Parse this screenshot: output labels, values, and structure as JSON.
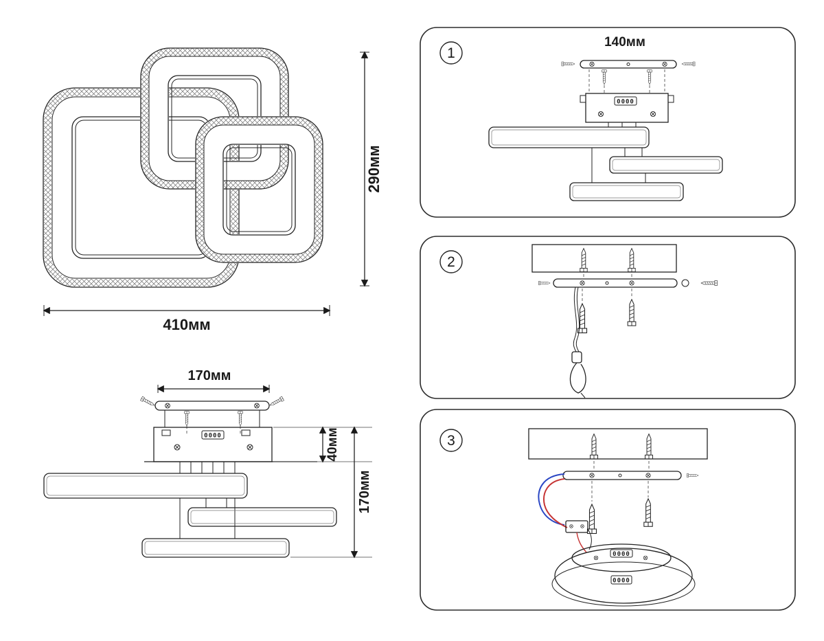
{
  "top_view": {
    "width_label": "410мм",
    "height_label": "290мм"
  },
  "side_view": {
    "bracket_width_label": "170мм",
    "body_height_label": "40мм",
    "total_height_label": "170мм",
    "display_text": "0000"
  },
  "steps": [
    {
      "number": "1",
      "bracket_width_label": "140мм",
      "display_text": "0000"
    },
    {
      "number": "2"
    },
    {
      "number": "3",
      "display_text": "0000",
      "display_text_front": "0000"
    }
  ],
  "colors": {
    "line": "#222222",
    "wire_red": "#c63434",
    "wire_blue": "#2b47c4"
  }
}
